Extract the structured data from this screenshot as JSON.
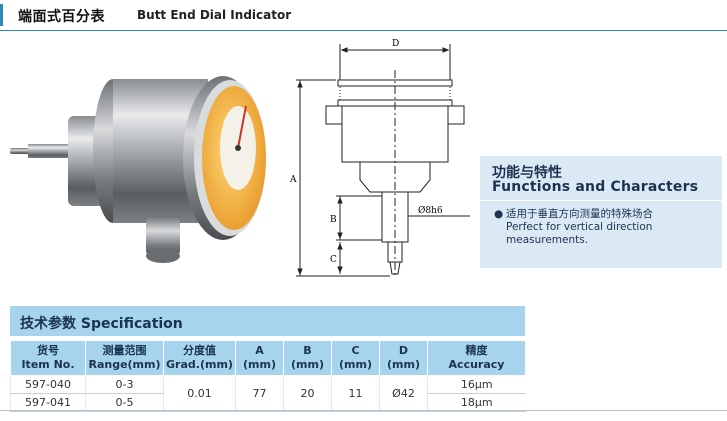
{
  "header": {
    "title_cn": "端面式百分表",
    "title_en": "Butt End Dial Indicator"
  },
  "drawing": {
    "label_D": "D",
    "label_A": "A",
    "label_B": "B",
    "label_C": "C",
    "label_shaft": "Ø8h6"
  },
  "features": {
    "title_cn": "功能与特性",
    "title_en": "Functions and Characters",
    "items": [
      {
        "cn": "适用于垂直方向测量的特殊场合",
        "en": "Perfect for vertical direction measurements."
      }
    ]
  },
  "spec": {
    "title": "技术参数 Specification",
    "headers": [
      {
        "cn": "货号",
        "en": "Item No."
      },
      {
        "cn": "测量范围",
        "en": "Range(mm)"
      },
      {
        "cn": "分度值",
        "en": "Grad.(mm)"
      },
      {
        "cn": "A",
        "en": "(mm)"
      },
      {
        "cn": "B",
        "en": "(mm)"
      },
      {
        "cn": "C",
        "en": "(mm)"
      },
      {
        "cn": "D",
        "en": "(mm)"
      },
      {
        "cn": "精度",
        "en": "Accuracy"
      }
    ],
    "rows": [
      {
        "item": "597-040",
        "range": "0-3",
        "accuracy": "16μm"
      },
      {
        "item": "597-041",
        "range": "0-5",
        "accuracy": "18μm"
      }
    ],
    "shared": {
      "grad": "0.01",
      "a": "77",
      "b": "20",
      "c": "11",
      "d": "Ø42"
    }
  },
  "colors": {
    "accent": "#2a8ab5",
    "table_header": "#a5d4ec",
    "panel": "#dbe9f5",
    "dial_face": "#f2b33d"
  }
}
